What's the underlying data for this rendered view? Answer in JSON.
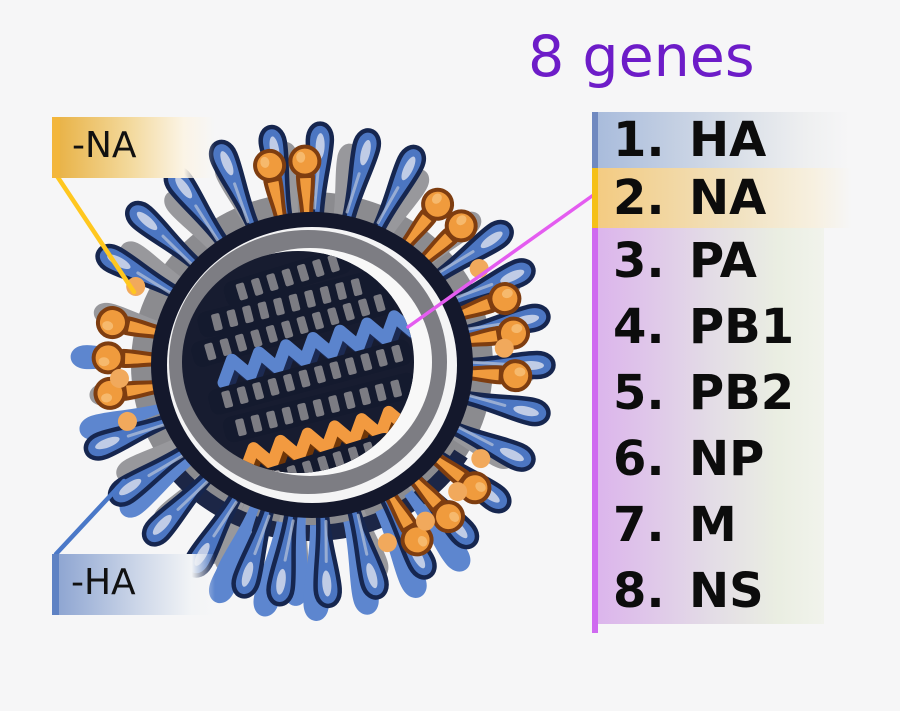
{
  "page": {
    "background": "#f6f6f7"
  },
  "title": {
    "text": "8 genes",
    "color": "#6d1cc8"
  },
  "gene_list": {
    "items": [
      {
        "num": "1.",
        "name": "HA"
      },
      {
        "num": "2.",
        "name": "NA"
      },
      {
        "num": "3.",
        "name": "PA"
      },
      {
        "num": "4.",
        "name": "PB1"
      },
      {
        "num": "5.",
        "name": "PB2"
      },
      {
        "num": "6.",
        "name": "NP"
      },
      {
        "num": "7.",
        "name": "M"
      },
      {
        "num": "8.",
        "name": "NS"
      }
    ],
    "accents": {
      "ha_row": "#7089c0",
      "na_row": "#f5c018",
      "other_rows": "#cf6af0"
    }
  },
  "callouts": {
    "na": {
      "label": "-NA",
      "line_color": "#ffc71f",
      "accent": "#f3b63c"
    },
    "ha": {
      "label": "-HA",
      "line_color": "#4a78c8",
      "accent": "#5e82c4"
    }
  },
  "connector": {
    "gene_to_list_color": "#e45cf0"
  },
  "virus": {
    "description": "influenza virion cross-section with 8 RNA gene segments",
    "palette": {
      "ha_spike": "#4c76c2",
      "ha_spike_light": "#5d86cf",
      "ha_spike_outline": "#16264f",
      "na_spike": "#f09b3d",
      "na_spike_outline": "#7e3d10",
      "background_spike": "#98989c",
      "membrane": "#8b8b8f",
      "envelope_ring": "#14182c",
      "inner_gray": "#7d7d83",
      "interior_dark": "#171c30",
      "interior_highlight": "#f8f8f8",
      "rna_segment": "#141a2e",
      "rna_slot": "#7c7c83",
      "helix_blue": "#5b84cd",
      "helix_blue_shadow": "#1c2a52",
      "helix_orange": "#f29a40",
      "helix_orange_shadow": "#703708"
    }
  }
}
